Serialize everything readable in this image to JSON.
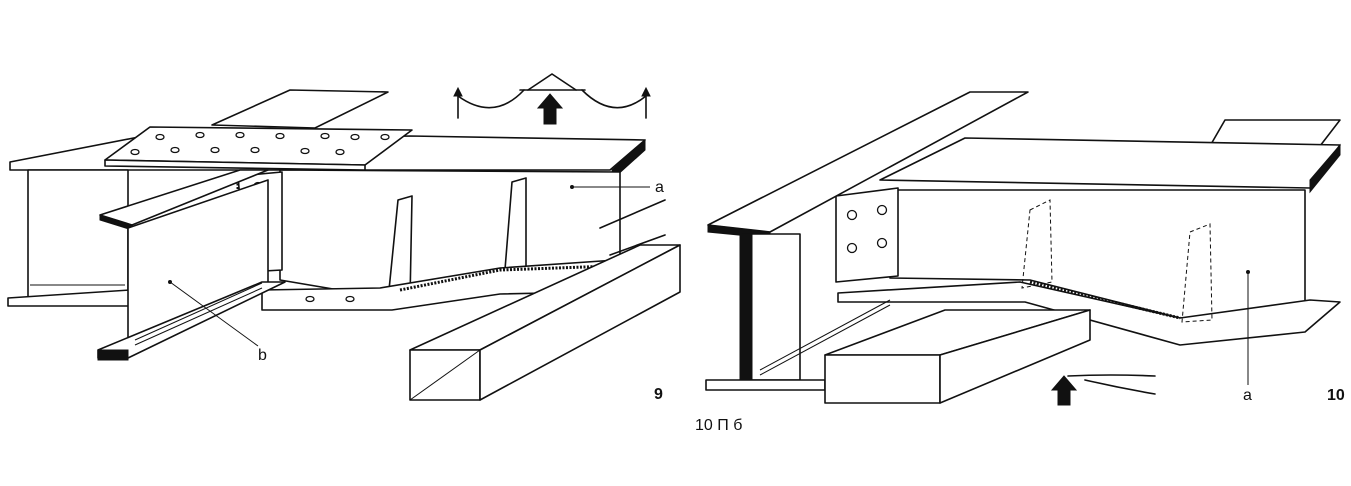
{
  "figures": [
    {
      "number": "9",
      "labels": [
        "a",
        "b"
      ]
    },
    {
      "number": "10",
      "labels": [
        "a"
      ]
    }
  ],
  "caption_fragment": "10   П                    б"
}
